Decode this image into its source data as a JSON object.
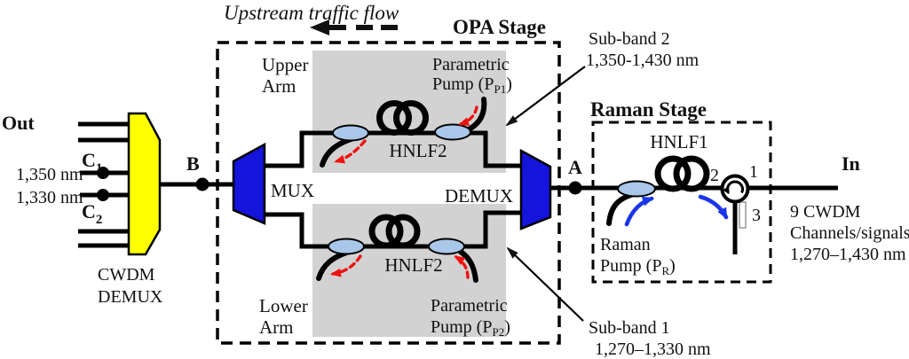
{
  "flow_label": "Upstream traffic flow",
  "out_label": "Out",
  "in_label": "In",
  "point_b": "B",
  "point_a": "A",
  "cwdm_demux": {
    "line1": "CWDM",
    "line2": "DEMUX"
  },
  "channels": {
    "c1_letter": "C",
    "c1_sub": "1",
    "c2_letter": "C",
    "c2_sub": "2",
    "wl1": "1,350 nm",
    "wl2": "1,330 nm"
  },
  "opa": {
    "title": "OPA Stage",
    "upper_arm": {
      "line1": "Upper",
      "line2": "Arm"
    },
    "lower_arm": {
      "line1": "Lower",
      "line2": "Arm"
    },
    "mux": "MUX",
    "demux": "DEMUX",
    "hnlf2_upper": "HNLF2",
    "hnlf2_lower": "HNLF2",
    "pump_upper": {
      "line1": "Parametric",
      "line2_pre": "Pump (P",
      "sub": "P1",
      "post": ")"
    },
    "pump_lower": {
      "line1": "Parametric",
      "line2_pre": "Pump (P",
      "sub": "P2",
      "post": ")"
    }
  },
  "raman": {
    "title": "Raman Stage",
    "hnlf1": "HNLF1",
    "pump": {
      "line1": "Raman",
      "line2_pre": "Pump (P",
      "sub": "R",
      "post": ")"
    },
    "port1": "1",
    "port2": "2",
    "port3": "3"
  },
  "annotations": {
    "subband2": {
      "line1": "Sub-band 2",
      "line2": "1,350-1,430 nm"
    },
    "subband1": {
      "line1": "Sub-band 1",
      "line2": "1,270–1,330 nm"
    },
    "input": {
      "line1": "9 CWDM",
      "line2": "Channels/signals",
      "line3": "1,270–1,430 nm"
    }
  },
  "colors": {
    "demux_yellow": "#ffff00",
    "mux_blue": "#1414dc",
    "coupler_blue": "#a9c7e9",
    "arm_shade_gray": "#d2d2d2",
    "pump_arrow_red": "#ee1111",
    "raman_arrow_blue": "#1a35e8"
  }
}
